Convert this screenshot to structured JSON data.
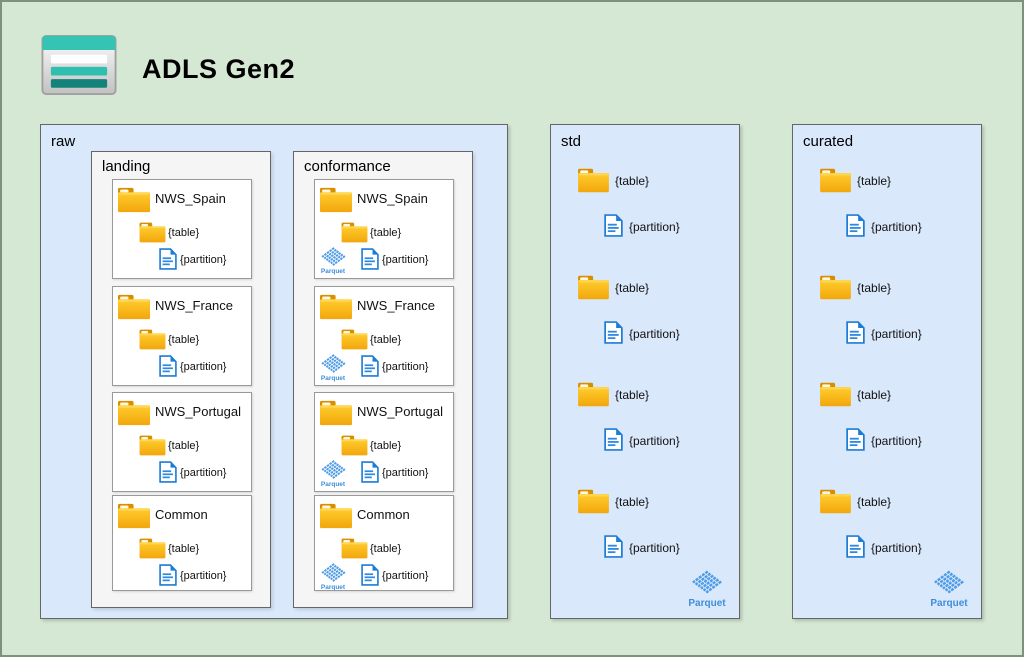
{
  "header": {
    "title": "ADLS Gen2",
    "logo": "adls-gen2-icon"
  },
  "labels": {
    "table": "{table}",
    "partition": "{partition}",
    "parquet": "Parquet"
  },
  "containers": {
    "raw": {
      "label": "raw",
      "groups": [
        {
          "label": "landing",
          "has_parquet": false,
          "nodes": [
            {
              "name": "NWS_Spain"
            },
            {
              "name": "NWS_France"
            },
            {
              "name": "NWS_Portugal"
            },
            {
              "name": "Common"
            }
          ]
        },
        {
          "label": "conformance",
          "has_parquet": true,
          "nodes": [
            {
              "name": "NWS_Spain"
            },
            {
              "name": "NWS_France"
            },
            {
              "name": "NWS_Portugal"
            },
            {
              "name": "Common"
            }
          ]
        }
      ]
    },
    "std": {
      "label": "std",
      "pair_count": 4,
      "has_parquet_badge": true
    },
    "curated": {
      "label": "curated",
      "pair_count": 4,
      "has_parquet_badge": true
    }
  },
  "colors": {
    "canvas_bg": "#d5e8d4",
    "canvas_border": "#7d917d",
    "container_bg": "#dae8fc",
    "group_bg": "#f5f5f5",
    "node_bg": "#ffffff",
    "border_dark": "#666666",
    "border_light": "#999999",
    "folder_gold": "#f2a60c",
    "folder_tab": "#d98e00",
    "doc_blue": "#1c7cd6",
    "parquet_blue": "#4d9be6",
    "teal": "#35c4b3",
    "teal_dark": "#13837a"
  }
}
